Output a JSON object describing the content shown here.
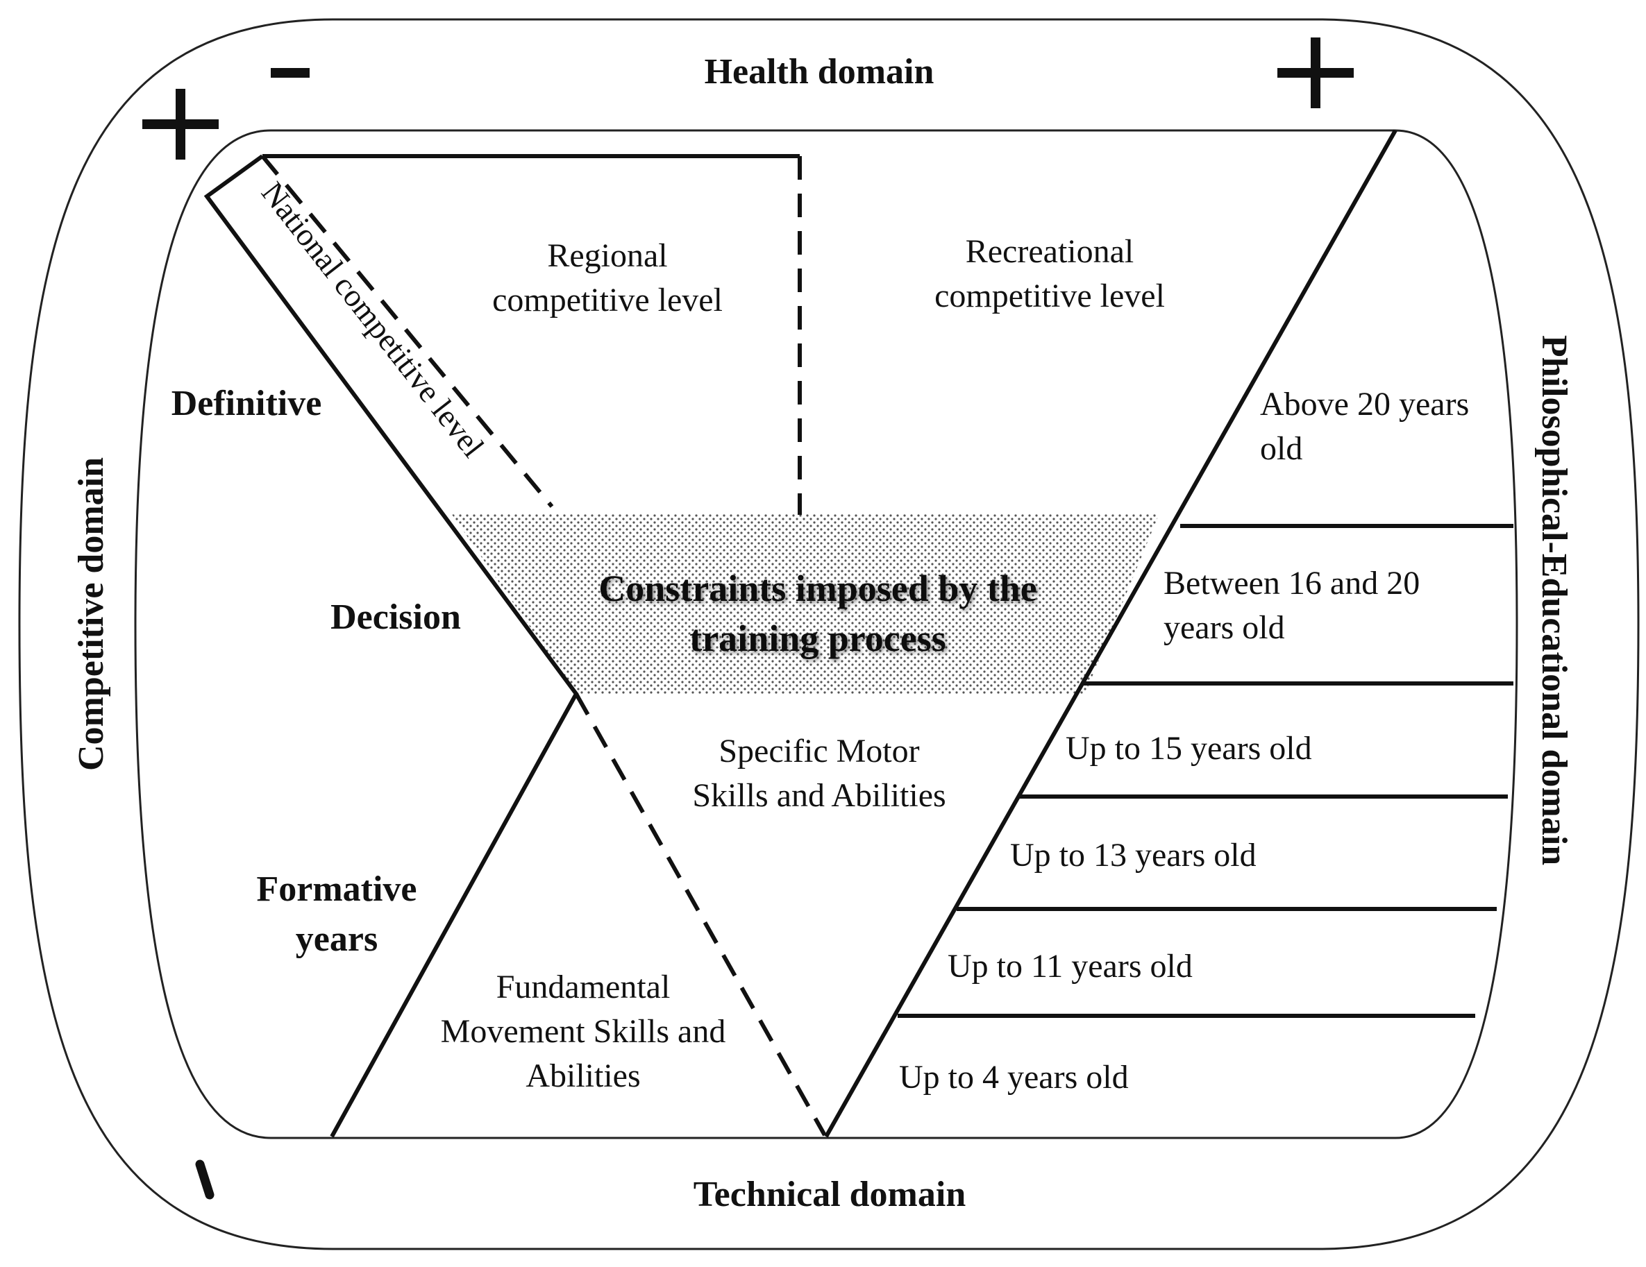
{
  "domains": {
    "health": "Health domain",
    "technical": "Technical domain",
    "competitive": "Competitive domain",
    "philosophical": "Philosophical-Educational domain"
  },
  "signs": {
    "top_left_plus": "+",
    "top_left_minus": "−",
    "top_right_plus": "+",
    "bottom_left_minus": "-"
  },
  "stages": {
    "definitive": "Definitive",
    "decision": "Decision",
    "formative": [
      "Formative",
      "years"
    ]
  },
  "levels": {
    "national": "National competitive level",
    "regional": [
      "Regional",
      "competitive level"
    ],
    "recreational": [
      "Recreational",
      "competitive level"
    ]
  },
  "center": {
    "constraints": [
      "Constraints imposed by the",
      "training process"
    ],
    "specific": [
      "Specific Motor",
      "Skills and Abilities"
    ],
    "fundamental": [
      "Fundamental",
      "Movement Skills and",
      "Abilities"
    ]
  },
  "ages": [
    [
      "Above 20 years",
      "old"
    ],
    [
      "Between 16 and 20",
      "years old"
    ],
    [
      "Up to 15 years old"
    ],
    [
      "Up to 13 years old"
    ],
    [
      "Up to 11 years old"
    ],
    [
      "Up to 4 years old"
    ]
  ]
}
